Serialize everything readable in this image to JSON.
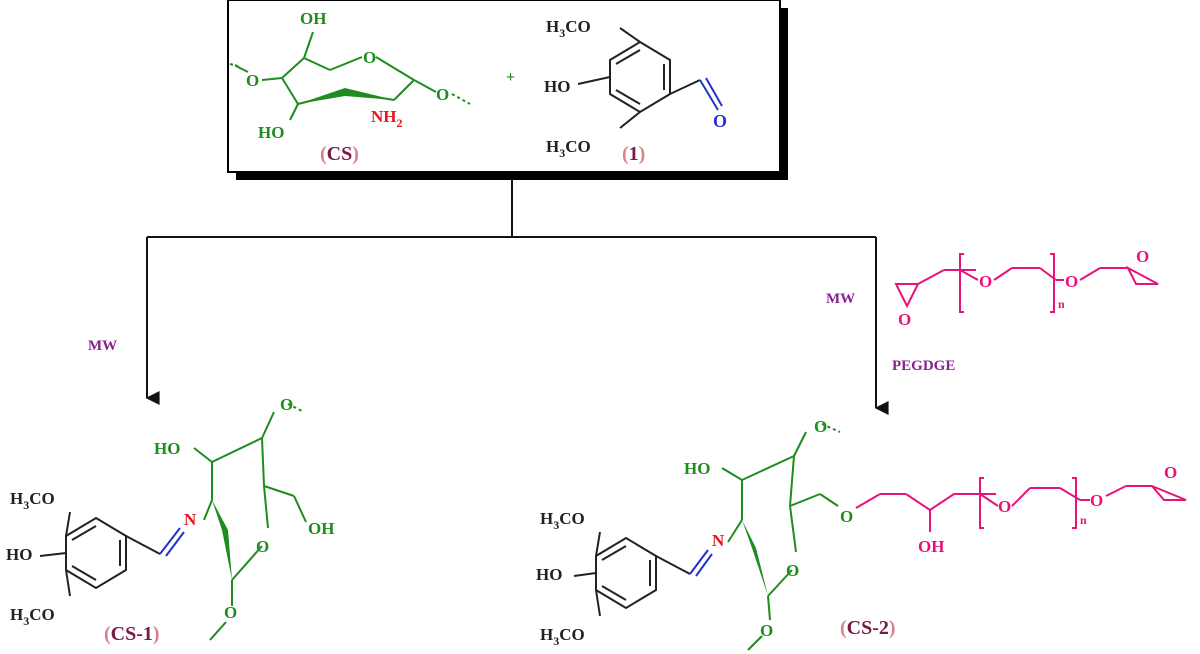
{
  "colors": {
    "sugar": "#1e8c1e",
    "aromatic": "#222222",
    "amine": "#e8141e",
    "carbonyl": "#2233cc",
    "peg": "#e8137a",
    "condition": "#8a1f8e",
    "label_paren": "#d9828c",
    "label": "#7a1846"
  },
  "reactants": {
    "chitosan": {
      "label_open": "(",
      "label": "CS",
      "label_close": ")",
      "oh_top": "OH",
      "ring_o": "O",
      "link_o_left": "O",
      "link_o_right": "O",
      "oh_bottom": "HO",
      "nh2": "NH",
      "nh2_sub": "2"
    },
    "plus": "+",
    "aldehyde": {
      "label_open": "(",
      "label": "1",
      "label_close": ")",
      "och3_top": "H",
      "och3_top_sub": "3",
      "och3_top_tail": "CO",
      "oh": "HO",
      "och3_bottom": "H",
      "och3_bottom_sub": "3",
      "och3_bottom_tail": "CO",
      "carbonyl_o": "O"
    }
  },
  "conditions": {
    "left": "MW",
    "right": "MW",
    "reagent": "PEGDGE",
    "peg_o1": "O",
    "peg_o2": "O",
    "peg_epoxide_o_left": "O",
    "peg_epoxide_o_right": "O",
    "peg_n": "n"
  },
  "products": {
    "cs1": {
      "label_open": "(",
      "label": "CS-1",
      "label_close": ")",
      "och3_top": "H",
      "och3_top_sub": "3",
      "och3_top_tail": "CO",
      "oh": "HO",
      "och3_bottom": "H",
      "och3_bottom_sub": "3",
      "och3_bottom_tail": "CO",
      "imine_n": "N",
      "sugar_ho": "HO",
      "sugar_oh": "OH",
      "ring_o": "O",
      "link_o_top": "O",
      "link_o_bottom": "O"
    },
    "cs2": {
      "label_open": "(",
      "label": "CS-2",
      "label_close": ")",
      "och3_top": "H",
      "och3_top_sub": "3",
      "och3_top_tail": "CO",
      "oh": "HO",
      "och3_bottom": "H",
      "och3_bottom_sub": "3",
      "och3_bottom_tail": "CO",
      "imine_n": "N",
      "sugar_ho": "HO",
      "ring_o": "O",
      "link_o_top": "O",
      "link_o_bottom": "O",
      "ether_o": "O",
      "chain_oh": "OH",
      "peg_o1": "O",
      "peg_o2": "O",
      "epoxide_o": "O",
      "peg_n": "n"
    }
  }
}
